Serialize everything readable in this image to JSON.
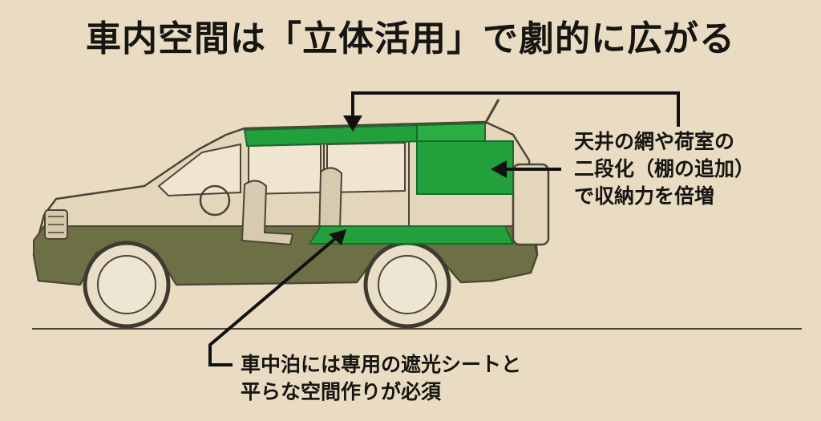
{
  "title": "車内空間は「立体活用」で劇的に広がる",
  "callouts": {
    "ceiling_storage": [
      "天井の網や荷室の",
      "二段化（棚の追加）",
      "で収納力を倍増"
    ],
    "car_camping": [
      "車中泊には専用の遮光シートと",
      "平らな空間作りが必須"
    ]
  },
  "colors": {
    "background": "#eadcc3",
    "accent_green": "#22a03c",
    "lower_body": "#6d6f45",
    "outline": "#4b4538",
    "text": "#161512"
  }
}
